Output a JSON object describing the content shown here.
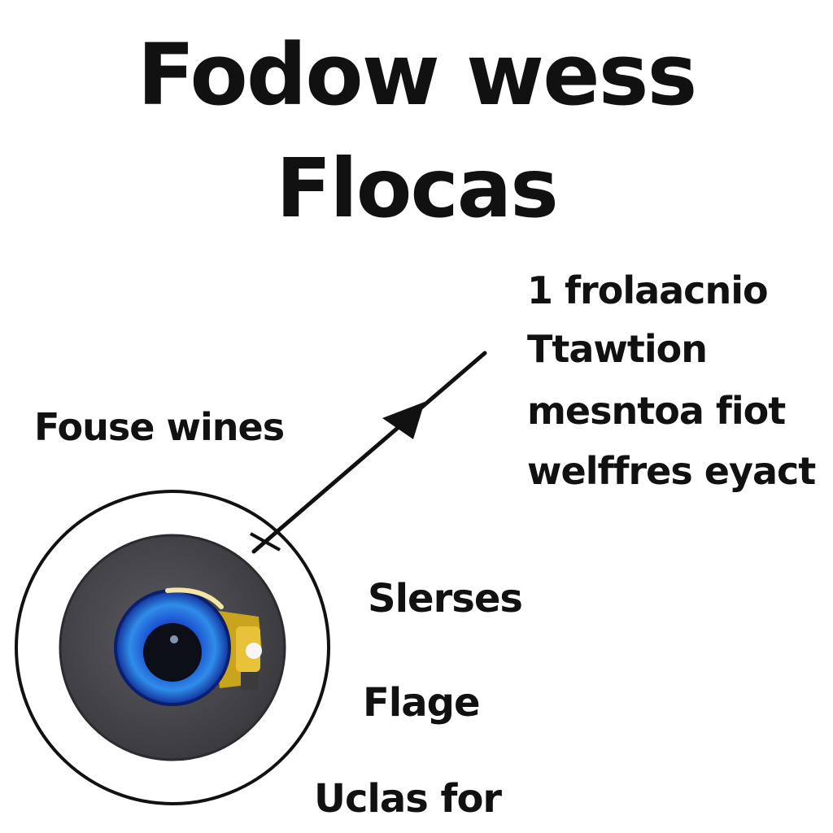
{
  "title": {
    "line1": "Fodow wess",
    "line2": "Flocas"
  },
  "left_label": "Fouse wines",
  "annotation": {
    "lines": [
      "1 frolaacnio",
      "Ttawtion",
      "mesntoa fiot",
      "welffres eyact"
    ]
  },
  "side_labels": [
    "Slerses",
    "Flage",
    "Uclas for"
  ],
  "colors": {
    "text": "#111111",
    "outer_ring": "#111111",
    "lens_body": "#47474c",
    "iris": "#1e56c8",
    "pupil": "#0d0f18",
    "accent": "#d6b21e"
  },
  "icons": [
    "eye-lens-icon",
    "arrow-icon"
  ]
}
